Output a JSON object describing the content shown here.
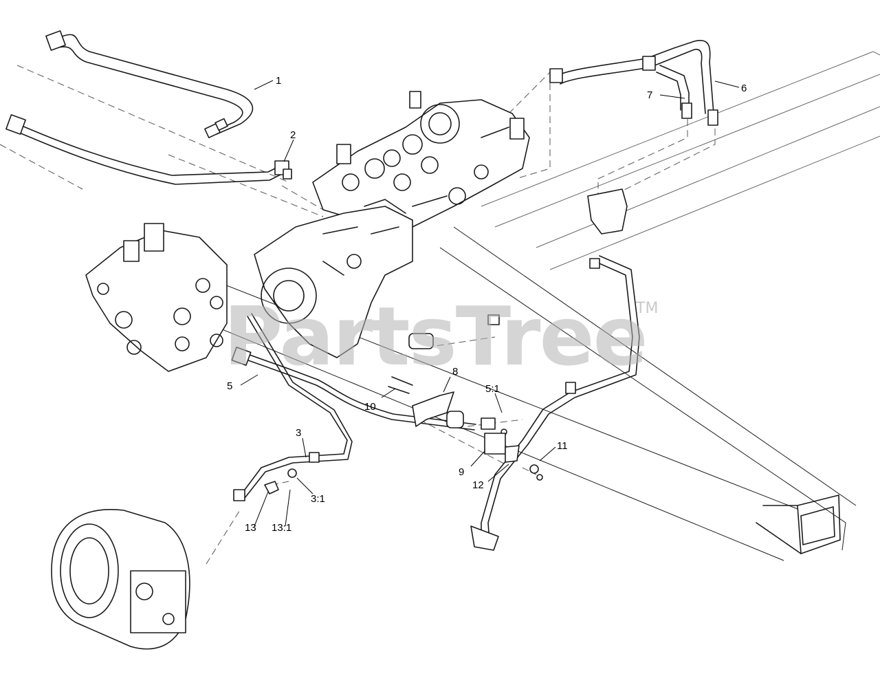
{
  "watermark": {
    "text": "PartsTree",
    "trademark": "TM"
  },
  "callouts": {
    "c1": "1",
    "c2": "2",
    "c3": "3",
    "c3_1": "3:1",
    "c5": "5",
    "c5_1": "5:1",
    "c6": "6",
    "c7": "7",
    "c8": "8",
    "c9": "9",
    "c10": "10",
    "c11": "11",
    "c12": "12",
    "c13": "13",
    "c13_1": "13:1"
  }
}
